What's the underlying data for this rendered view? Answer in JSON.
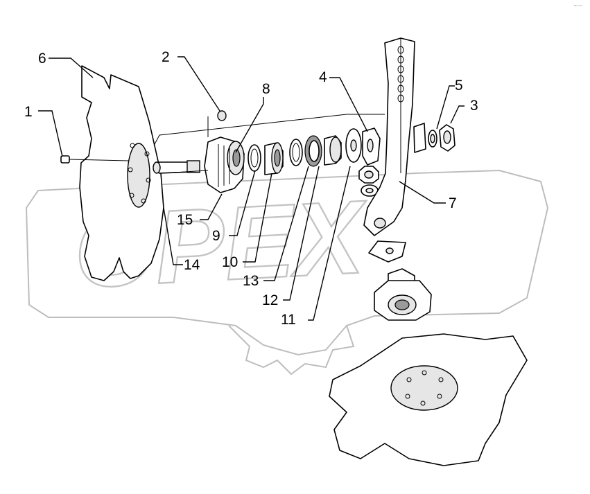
{
  "corner_note": "ᵖ⁴⁰ ⁿᵒᵍ",
  "watermark": {
    "text": "OPEX"
  },
  "callouts": [
    {
      "id": "1",
      "label": "1"
    },
    {
      "id": "2",
      "label": "2"
    },
    {
      "id": "3",
      "label": "3"
    },
    {
      "id": "4",
      "label": "4"
    },
    {
      "id": "5",
      "label": "5"
    },
    {
      "id": "6",
      "label": "6"
    },
    {
      "id": "7",
      "label": "7"
    },
    {
      "id": "8",
      "label": "8"
    },
    {
      "id": "9",
      "label": "9"
    },
    {
      "id": "10",
      "label": "10"
    },
    {
      "id": "11",
      "label": "11"
    },
    {
      "id": "12",
      "label": "12"
    },
    {
      "id": "13",
      "label": "13"
    },
    {
      "id": "14",
      "label": "14"
    },
    {
      "id": "15",
      "label": "15"
    }
  ]
}
